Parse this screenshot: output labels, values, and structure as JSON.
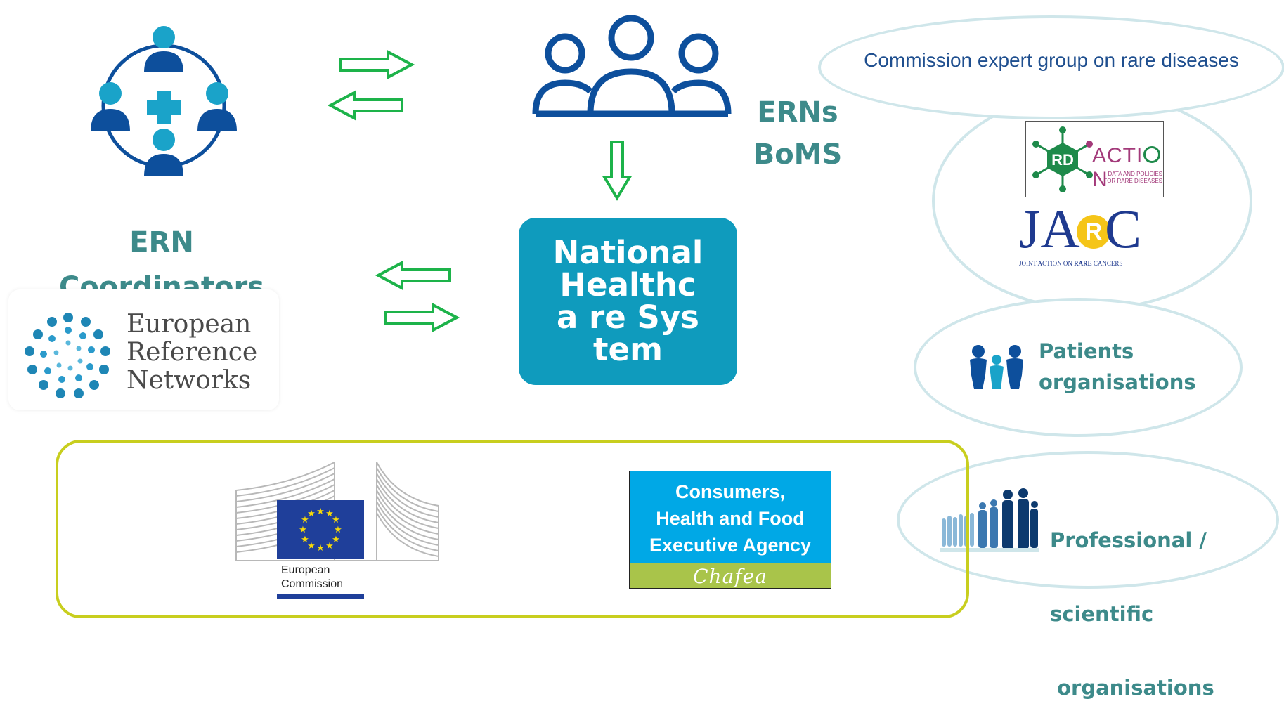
{
  "left": {
    "title_line1": "ERN",
    "title_line2": "Coordinators",
    "erp_logo": {
      "line1": "European",
      "line2": "Reference",
      "line3": "Networks"
    }
  },
  "center": {
    "ern_label_line1": "ERNs",
    "ern_label_line2": "BoMS",
    "nhs_text": "National Healthca re System"
  },
  "right": {
    "commission_group": "Commission expert group on rare diseases",
    "rd_action": {
      "rd": "RD",
      "action": "ACTI",
      "action_end": "N",
      "sub1": "DATA AND POLICIES",
      "sub2": "FOR RARE DISEASES"
    },
    "jarc": {
      "j": "J",
      "a": "A",
      "r": "R",
      "c": "C",
      "sub_prefix": "JOINT ACTION ON ",
      "sub_bold": "RARE",
      "sub_suffix": " CANCERS"
    },
    "patients_line1": "Patients",
    "patients_line2": "organisations",
    "professional_line1": "Professional /",
    "professional_line2": "scientific",
    "professional_line3": " organisations"
  },
  "bottom": {
    "ec_line1": "European",
    "ec_line2": "Commission",
    "chafea_line1": "Consumers,",
    "chafea_line2": "Health and Food",
    "chafea_line3": "Executive Agency",
    "chafea_name": "Chafea"
  },
  "colors": {
    "arrow_green": "#1db34a",
    "icon_blue": "#0d4f9c",
    "icon_cyan": "#1aa3c9",
    "teal_text": "#3d8a8a",
    "nhs_bg": "#0f9bbd",
    "ellipse_border": "#cfe6ea",
    "yellow_border": "#c8ce1e"
  }
}
